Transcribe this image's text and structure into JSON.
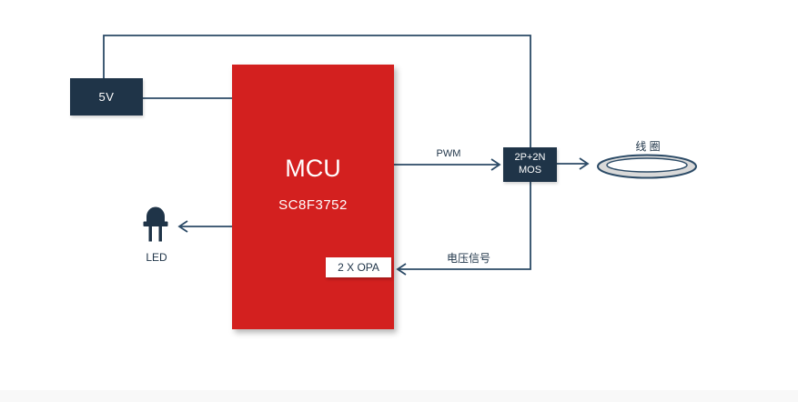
{
  "diagram": {
    "title_none": "",
    "power": {
      "label": "5V"
    },
    "mcu": {
      "title": "MCU",
      "subtitle": "SC8F3752"
    },
    "opa": {
      "label": "2 X OPA"
    },
    "mos": {
      "line1": "2P+2N",
      "line2": "MOS"
    },
    "coil": {
      "label": "线 圈"
    },
    "led": {
      "label": "LED"
    },
    "signals": {
      "pwm": "PWM",
      "voltage": "电压信号"
    },
    "colors": {
      "mcu_red": "#d3201f",
      "box_navy": "#1f3448",
      "line_navy": "#2b4a66",
      "coil_ring_fill": "#d9d9d9",
      "footer_bar": "#f8f8f8",
      "background": "#ffffff"
    }
  }
}
